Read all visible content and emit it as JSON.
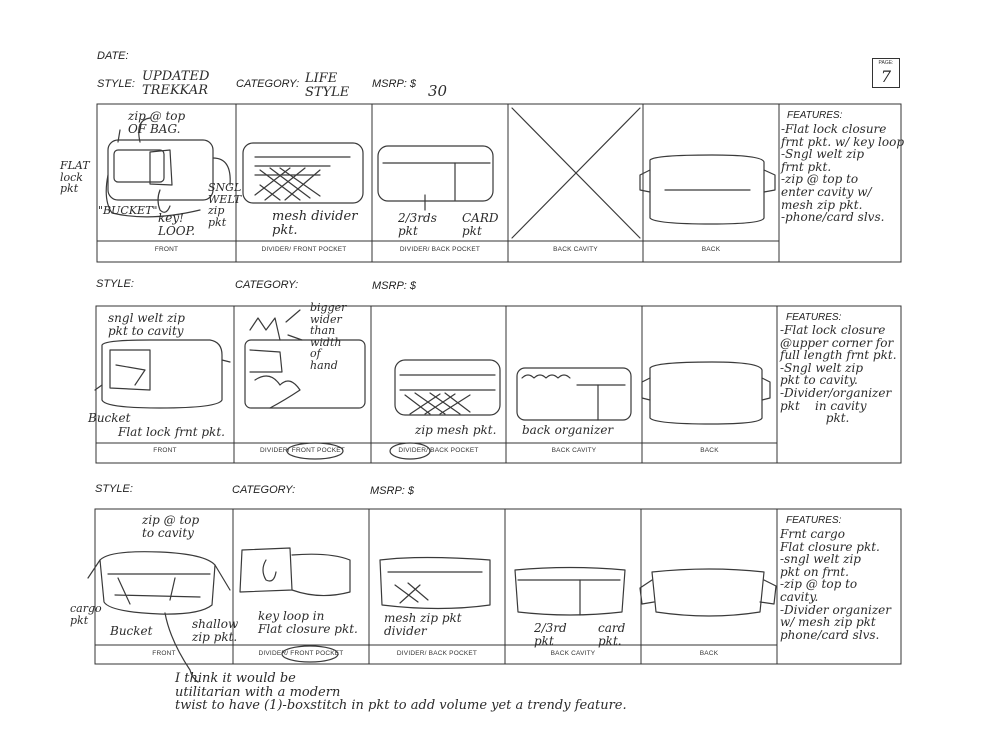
{
  "page": {
    "label": "PAGE:",
    "number": "7"
  },
  "date_label": "DATE:",
  "rows": [
    {
      "style_label": "STYLE:",
      "style_value": "UPDATED\nTREKKAR",
      "category_label": "CATEGORY:",
      "category_value": "LIFE\nSTYLE",
      "msrp_label": "MSRP: $",
      "msrp_value": "30",
      "captions": [
        "FRONT",
        "DIVIDER/ FRONT POCKET",
        "DIVIDER/ BACK POCKET",
        "BACK CAVITY",
        "BACK"
      ],
      "features_label": "FEATURES:",
      "features_text": "-Flat lock closure\nfrnt pkt. w/ key loop\n-Sngl welt zip\nfrnt pkt.\n-zip @ top to\nenter cavity w/\nmesh zip pkt.\n-phone/card slvs.",
      "annotations": {
        "zip_top": "zip @ top\nOF BAG.",
        "flat_lock": "FLAT\nlock\npkt",
        "bucket": "\"BUCKET\"",
        "key_loop": "key!\nLOOP.",
        "sngl_welt": "SNGL\nWELT\nzip\npkt",
        "mesh_divider": "mesh divider\npkt.",
        "two_thirds": "2/3rds\npkt",
        "card": "CARD\npkt"
      }
    },
    {
      "style_label": "STYLE:",
      "category_label": "CATEGORY:",
      "msrp_label": "MSRP: $",
      "captions": [
        "FRONT",
        "DIVIDER/ FRONT POCKET",
        "DIVIDER/ BACK POCKET",
        "BACK CAVITY",
        "BACK"
      ],
      "features_label": "FEATURES:",
      "features_text": "-Flat lock closure\n@upper corner for\nfull length frnt pkt.\n-Sngl welt zip\npkt to cavity.\n-Divider/organizer\npkt    in cavity\n            pkt.",
      "annotations": {
        "sngl_welt": "sngl welt zip\npkt to cavity",
        "bigger": "bigger\nwider\nthan\nwidth\nof\nhand",
        "bucket": "Bucket",
        "flat_lock": "Flat lock frnt pkt.",
        "zip_mesh": "zip mesh pkt.",
        "back_org": "back organizer"
      }
    },
    {
      "style_label": "STYLE:",
      "category_label": "CATEGORY:",
      "msrp_label": "MSRP: $",
      "captions": [
        "FRONT",
        "DIVIDER/ FRONT POCKET",
        "DIVIDER/ BACK POCKET",
        "BACK CAVITY",
        "BACK"
      ],
      "features_label": "FEATURES:",
      "features_text": "Frnt cargo\nFlat closure pkt.\n-sngl welt zip\npkt on frnt.\n-zip @ top to\ncavity.\n-Divider organizer\nw/ mesh zip pkt\nphone/card slvs.",
      "annotations": {
        "zip_top": "zip @ top\nto cavity",
        "cargo": "cargo\npkt",
        "bucket": "Bucket",
        "shallow": "shallow\nzip pkt.",
        "key_loop": "key loop in\nFlat closure pkt.",
        "mesh_zip": "mesh zip pkt\ndivider",
        "two_thirds": "2/3rd\npkt",
        "card": "card\npkt."
      }
    }
  ],
  "bottom_note": "I think it would be\nutilitarian with a modern\ntwist to have (1)-boxstitch in pkt to add volume yet a trendy feature."
}
